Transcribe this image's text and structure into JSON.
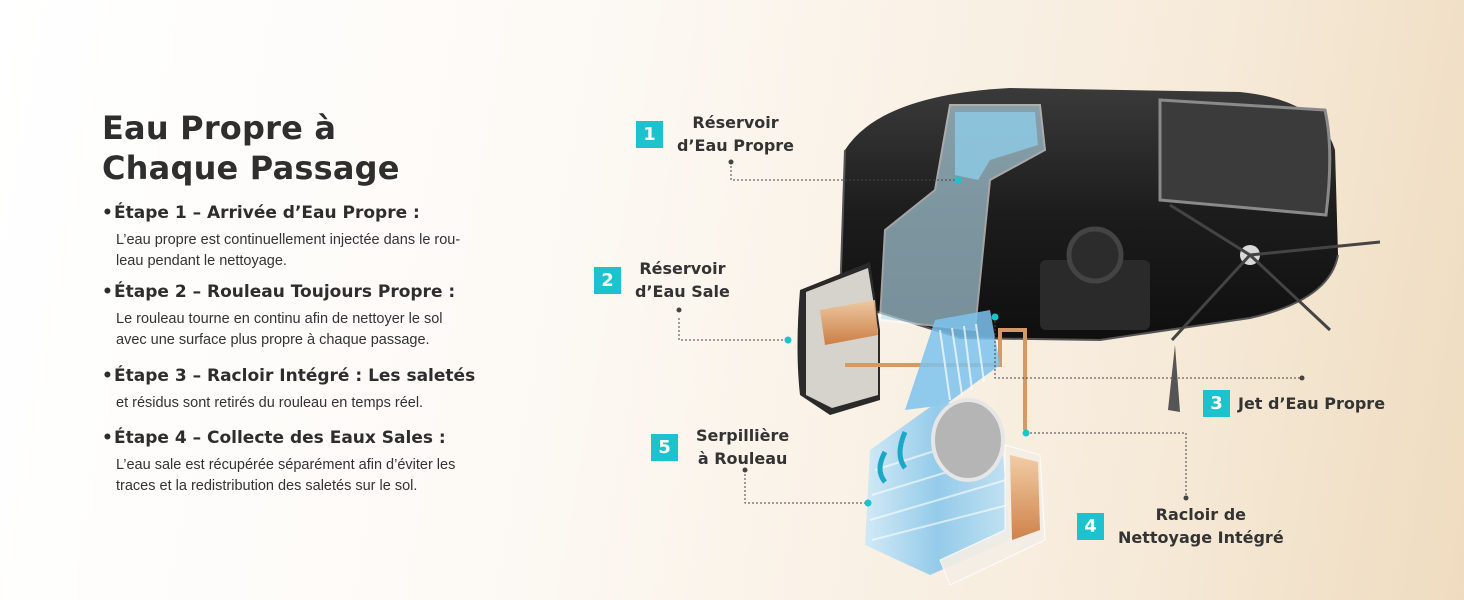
{
  "heading": {
    "line1": "Eau Propre à",
    "line2": "Chaque Passage"
  },
  "steps": [
    {
      "title": "Étape 1 – Arrivée d’Eau Propre :",
      "desc": [
        "L’eau propre est continuellement injectée dans le rou-",
        "leau pendant le nettoyage."
      ]
    },
    {
      "title": "Étape 2 – Rouleau Toujours Propre :",
      "desc": [
        "Le rouleau tourne en continu afin de nettoyer le sol",
        "avec une surface plus propre à chaque passage."
      ]
    },
    {
      "title": "Étape 3 – Racloir Intégré : Les saletés",
      "desc": [
        "et résidus sont retirés du rouleau en temps réel."
      ]
    },
    {
      "title": "Étape 4 – Collecte des Eaux Sales :",
      "desc": [
        "L’eau sale est récupérée séparément afin d’éviter les",
        "traces et la redistribution des saletés sur le sol."
      ]
    }
  ],
  "callouts": [
    {
      "num": "1",
      "lines": [
        "Réservoir",
        "d’Eau Propre"
      ]
    },
    {
      "num": "2",
      "lines": [
        "Réservoir",
        "d’Eau Sale"
      ]
    },
    {
      "num": "3",
      "lines": [
        "Jet d’Eau Propre"
      ]
    },
    {
      "num": "4",
      "lines": [
        "Racloir de",
        "Nettoyage Intégré"
      ]
    },
    {
      "num": "5",
      "lines": [
        "Serpillière",
        "à Rouleau"
      ]
    }
  ],
  "colors": {
    "accent": "#1cc3cf",
    "robot": "#1e1e1e",
    "clean_water": "#8fd3f0",
    "dirty_water": "#d9874a",
    "roller": "#a9d6ee"
  }
}
